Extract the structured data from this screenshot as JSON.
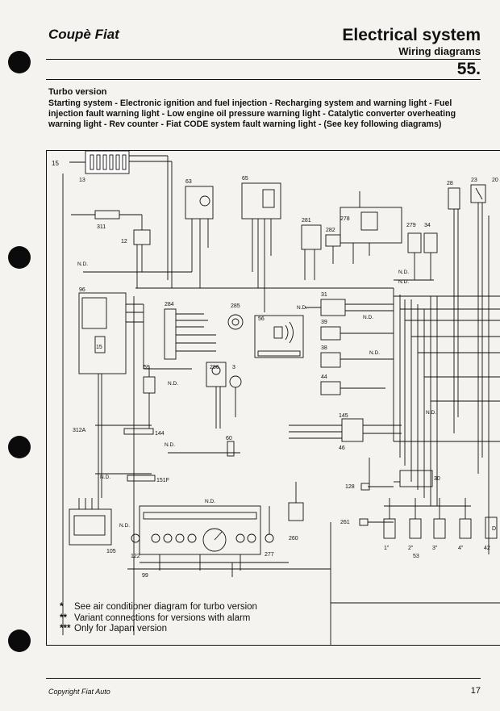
{
  "header": {
    "brand": "Coupè Fiat",
    "section_title": "Electrical system",
    "section_subtitle": "Wiring diagrams",
    "page_number": "55."
  },
  "content": {
    "version": "Turbo version",
    "description": "Starting system - Electronic ignition and fuel injection - Recharging system and warning light - Fuel injection fault warning light - Low engine oil pressure warning light - Catalytic converter overheating warning light - Rev counter - Fiat CODE system fault warning light - (See key following diagrams)"
  },
  "diagram": {
    "component_labels": [
      "15",
      "13",
      "311",
      "12",
      "96",
      "15",
      "312A",
      "63",
      "65",
      "284",
      "285",
      "56",
      "59",
      "286",
      "3",
      "144",
      "60",
      "151F",
      "105",
      "122",
      "99",
      "277",
      "260",
      "281",
      "282",
      "278",
      "279",
      "34",
      "28",
      "23",
      "20",
      "31",
      "39",
      "38",
      "44",
      "145",
      "46",
      "128",
      "261",
      "30",
      "53",
      "1\"",
      "2\"",
      "3\"",
      "4\"",
      "42",
      "D"
    ],
    "note_labels": [
      "N.D.",
      "N.D.",
      "N.D.",
      "N.D.",
      "N.D.",
      "N.D.",
      "N.D.",
      "N.D.",
      "N.D.",
      "N.D.",
      "N.D.",
      "N.D."
    ]
  },
  "notes": [
    {
      "mark": "*",
      "text": "See air conditioner diagram for turbo version"
    },
    {
      "mark": "**",
      "text": "Variant connections for versions with alarm"
    },
    {
      "mark": "***",
      "text": "Only for Japan version"
    }
  ],
  "footer": {
    "copyright": "Copyright Fiat Auto",
    "folio": "17"
  }
}
